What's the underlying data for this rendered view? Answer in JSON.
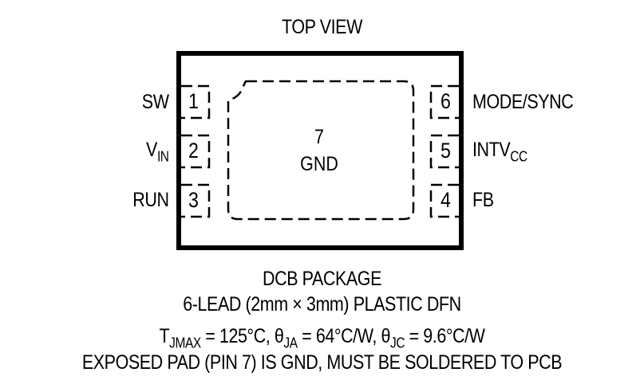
{
  "title": "TOP VIEW",
  "package": {
    "exposed_pad": {
      "number": "7",
      "label": "GND"
    },
    "left_pins": [
      {
        "number": "1",
        "name": "SW",
        "name_sub": ""
      },
      {
        "number": "2",
        "name": "V",
        "name_sub": "IN"
      },
      {
        "number": "3",
        "name": "RUN",
        "name_sub": ""
      }
    ],
    "right_pins": [
      {
        "number": "6",
        "name": "MODE/SYNC",
        "name_sub": ""
      },
      {
        "number": "5",
        "name": "INTV",
        "name_sub": "CC"
      },
      {
        "number": "4",
        "name": "FB",
        "name_sub": ""
      }
    ]
  },
  "caption": {
    "package_name": "DCB PACKAGE",
    "package_desc": "6-LEAD (2mm × 3mm) PLASTIC DFN",
    "thermal": {
      "tjmax_sym": "T",
      "tjmax_sub": "JMAX",
      "tjmax_val": " = 125°C, ",
      "thja_sym": "θ",
      "thja_sub": "JA",
      "thja_val": " = 64°C/W, ",
      "thjc_sym": "θ",
      "thjc_sub": "JC",
      "thjc_val": " = 9.6°C/W"
    },
    "note": "EXPOSED PAD (PIN 7) IS GND, MUST BE SOLDERED TO PCB"
  }
}
